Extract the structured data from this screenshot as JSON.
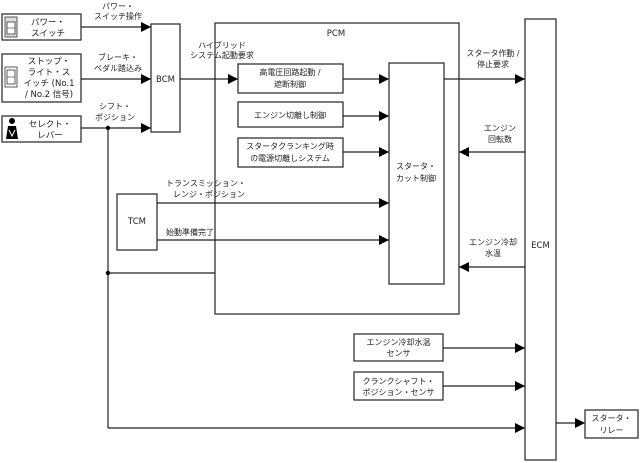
{
  "title": "PCM starter cut control block diagram",
  "inputs": {
    "power_switch": {
      "lines": [
        "パワー・",
        "スイッチ"
      ],
      "icon": "switch-on-off-icon"
    },
    "stop_light_switch": {
      "lines": [
        "ストップ・",
        "ライト・ス",
        "イッチ (No.1",
        "/ No.2 信号)"
      ],
      "icon": "switch-on-off-icon"
    },
    "select_lever": {
      "lines": [
        "セレクト・",
        "レバー"
      ],
      "icon": "shift-lever-icon"
    }
  },
  "signals": {
    "power_switch_op": [
      "パワー・",
      "スイッチ操作"
    ],
    "brake_pedal": [
      "ブレーキ・",
      "ペダル踏込み"
    ],
    "shift_position": [
      "シフト・",
      "ポジション"
    ],
    "hybrid_start_request": [
      "ハイブリッド",
      "システム起動要求"
    ],
    "tm_range_position": [
      "トランスミッション・",
      "レンジ・ポジション"
    ],
    "start_ready": [
      "始動準備完了"
    ],
    "starter_request": [
      "スタータ作動 /",
      "停止要求"
    ],
    "engine_speed": [
      "エンジン",
      "回転数"
    ],
    "coolant_temp": [
      "エンジン冷却",
      "水温"
    ]
  },
  "modules": {
    "bcm": "BCM",
    "pcm": "PCM",
    "tcm": "TCM",
    "ecm": "ECM"
  },
  "pcm_blocks": {
    "hv_circuit": [
      "高電圧回路起動 /",
      "遮断制御"
    ],
    "engine_disconnect": [
      "エンジン切離し制御"
    ],
    "cranking_power": [
      "スタータクランキング時",
      "の電源切離しシステム"
    ],
    "starter_cut": [
      "スタータ・",
      "カット制御"
    ]
  },
  "sensors": {
    "coolant_sensor": [
      "エンジン冷却水温",
      "センサ"
    ],
    "crank_sensor": [
      "クランクシャフト・",
      "ポジション・センサ"
    ]
  },
  "outputs": {
    "starter_relay": [
      "スタータ・",
      "リレー"
    ]
  }
}
